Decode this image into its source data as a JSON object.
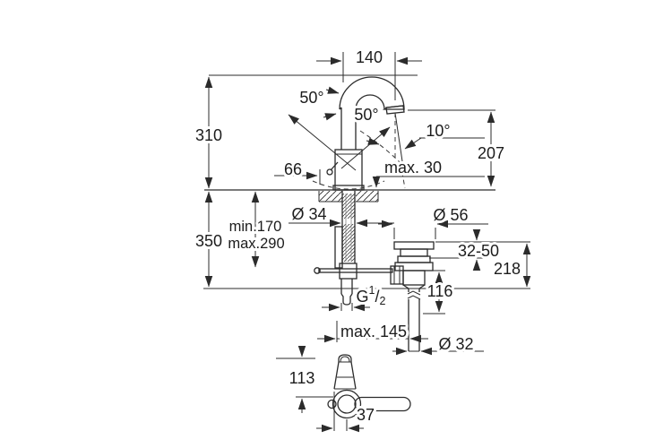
{
  "meta": {
    "description": "Technical dimension drawing of a single-hole basin mixer faucet with pop-up waste",
    "views": [
      "front-elevation-with-installation",
      "top-view-of-spout-and-lever"
    ]
  },
  "colors": {
    "line": "#2b2b2b",
    "text": "#1c1c1c",
    "background": "#ffffff"
  },
  "labels": {
    "dim_140": "140",
    "angle_50_left": "50°",
    "angle_50_right": "50°",
    "angle_10": "10°",
    "dim_310": "310",
    "dim_207": "207",
    "dim_66": "66",
    "max_30": "max. 30",
    "dia_34": "Ø 34",
    "dia_56": "Ø 56",
    "min_170": "min.170",
    "max_290": "max.290",
    "dim_350": "350",
    "range_32_50": "32-50",
    "dim_218": "218",
    "dim_116": "116",
    "thread_g": "G",
    "thread_sup": "1",
    "thread_slash": "/",
    "thread_sub": "2",
    "max_145": "max. 145",
    "dia_32": "Ø 32",
    "dim_113": "113",
    "dim_37": "37"
  }
}
